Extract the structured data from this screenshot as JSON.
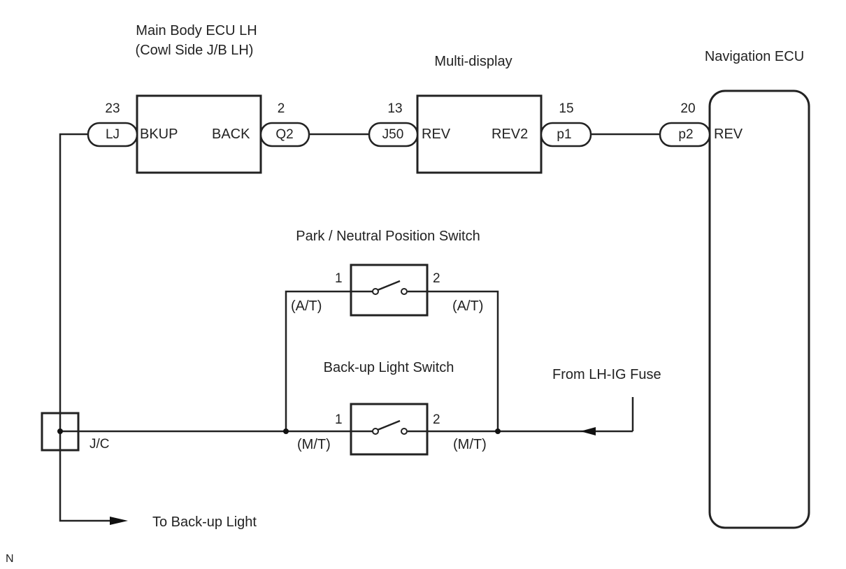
{
  "components": {
    "main_body_ecu": {
      "title_line1": "Main Body ECU LH",
      "title_line2": "(Cowl Side J/B LH)",
      "left_terminal": "BKUP",
      "right_terminal": "BACK",
      "left_connector": {
        "code": "LJ",
        "pin": "23"
      },
      "right_connector": {
        "code": "Q2",
        "pin": "2"
      }
    },
    "multi_display": {
      "title": "Multi-display",
      "left_terminal": "REV",
      "right_terminal": "REV2",
      "left_connector": {
        "code": "J50",
        "pin": "13"
      },
      "right_connector": {
        "code": "p1",
        "pin": "15"
      }
    },
    "navigation_ecu": {
      "title": "Navigation ECU",
      "terminal": "REV",
      "connector": {
        "code": "p2",
        "pin": "20"
      }
    },
    "pn_switch": {
      "title": "Park / Neutral Position Switch",
      "pin_left": "1",
      "pin_right": "2",
      "variant_left": "(A/T)",
      "variant_right": "(A/T)"
    },
    "backup_switch": {
      "title": "Back-up Light Switch",
      "pin_left": "1",
      "pin_right": "2",
      "variant_left": "(M/T)",
      "variant_right": "(M/T)"
    },
    "junction": {
      "label": "J/C"
    }
  },
  "annotations": {
    "from_fuse": "From LH-IG Fuse",
    "to_light": "To Back-up Light",
    "corner_mark": "N"
  }
}
